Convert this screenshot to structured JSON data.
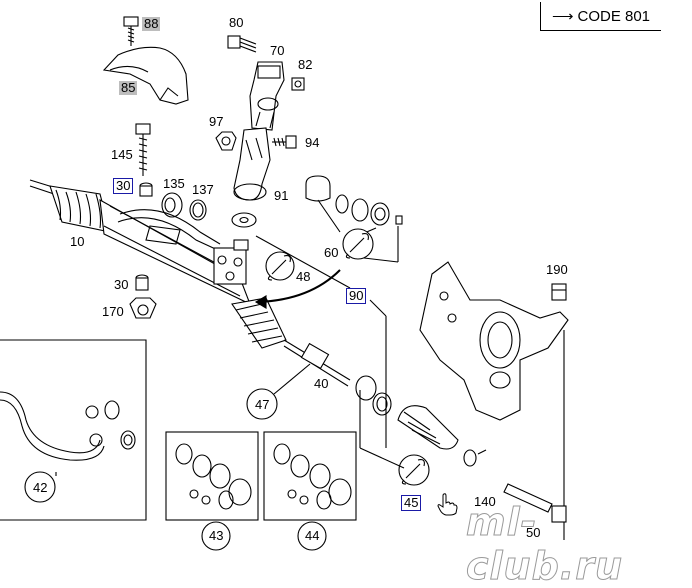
{
  "code_label": "CODE 801",
  "arrow_icon": "arrow-right-icon",
  "parts": [
    {
      "id": "p80",
      "label": "80",
      "style": "plain"
    },
    {
      "id": "p88",
      "label": "88",
      "style": "grey"
    },
    {
      "id": "p70",
      "label": "70",
      "style": "plain"
    },
    {
      "id": "p82",
      "label": "82",
      "style": "plain"
    },
    {
      "id": "p85",
      "label": "85",
      "style": "grey"
    },
    {
      "id": "p97",
      "label": "97",
      "style": "plain"
    },
    {
      "id": "p94",
      "label": "94",
      "style": "plain"
    },
    {
      "id": "p145",
      "label": "145",
      "style": "plain"
    },
    {
      "id": "p91",
      "label": "91",
      "style": "plain"
    },
    {
      "id": "p30a",
      "label": "30",
      "style": "blue"
    },
    {
      "id": "p135",
      "label": "135",
      "style": "plain"
    },
    {
      "id": "p137",
      "label": "137",
      "style": "plain"
    },
    {
      "id": "p10",
      "label": "10",
      "style": "plain"
    },
    {
      "id": "p60",
      "label": "60",
      "style": "plain"
    },
    {
      "id": "p48",
      "label": "48",
      "style": "plain"
    },
    {
      "id": "p190",
      "label": "190",
      "style": "plain"
    },
    {
      "id": "p30b",
      "label": "30",
      "style": "plain"
    },
    {
      "id": "p90",
      "label": "90",
      "style": "blue"
    },
    {
      "id": "p170",
      "label": "170",
      "style": "plain"
    },
    {
      "id": "p40",
      "label": "40",
      "style": "plain"
    },
    {
      "id": "p47",
      "label": "47",
      "style": "plain"
    },
    {
      "id": "p42",
      "label": "42",
      "style": "plain"
    },
    {
      "id": "p43",
      "label": "43",
      "style": "plain"
    },
    {
      "id": "p44",
      "label": "44",
      "style": "plain"
    },
    {
      "id": "p45",
      "label": "45",
      "style": "blue"
    },
    {
      "id": "p140",
      "label": "140",
      "style": "plain"
    },
    {
      "id": "p50",
      "label": "50",
      "style": "plain"
    }
  ],
  "watermark": "ml-club.ru",
  "icons": {
    "wrench": "wrench-icon",
    "cursor": "hand-cursor-icon"
  },
  "colors": {
    "line": "#000000",
    "label_grey": "#bdbdbd",
    "label_blue_border": "#1a1aa6"
  }
}
